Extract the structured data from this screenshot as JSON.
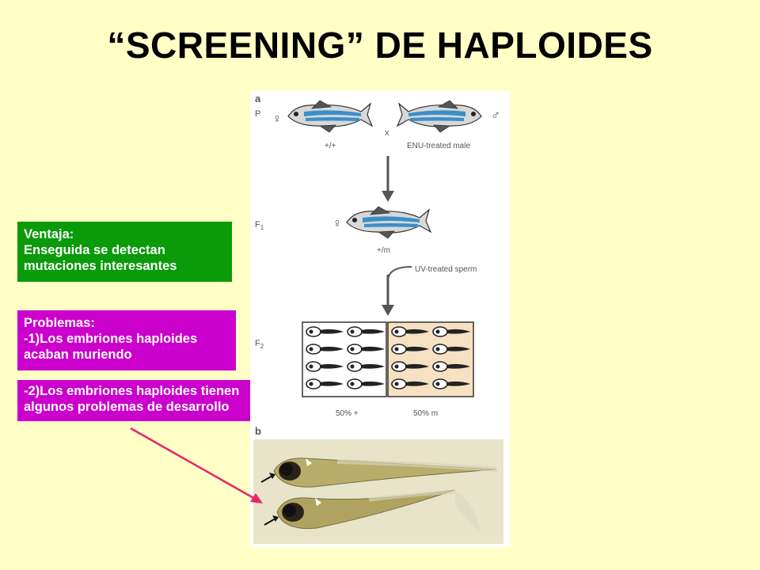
{
  "slide": {
    "title": "“SCREENING” DE HAPLOIDES"
  },
  "ventaja": {
    "heading": "Ventaja:",
    "line1": "Enseguida se detectan",
    "line2": "mutaciones interesantes"
  },
  "problemas": {
    "heading": "Problemas:",
    "item1_line1": "-1)Los embriones haploides",
    "item1_line2": "acaban muriendo",
    "item2_line1": "-2)Los embriones haploides tienen",
    "item2_line2": "algunos problemas de desarrollo"
  },
  "figure": {
    "panel_a": "a",
    "panel_b": "b",
    "gen_p": "P",
    "gen_f1": "F",
    "gen_f1_sub": "1",
    "gen_f2": "F",
    "gen_f2_sub": "2",
    "female_symbol": "♀",
    "male_symbol": "♂",
    "cross": "x",
    "wild_type": "+/+",
    "enu_male": "ENU-treated male",
    "f1_genotype": "+/m",
    "uv_sperm": "UV-treated sperm",
    "pct_wild": "50% +",
    "pct_mutant": "50% m"
  },
  "colors": {
    "background": "#ffffc6",
    "ventaja_box": "#0a9a0a",
    "problemas_box": "#cc00cc",
    "pointer_arrow": "#e8246c"
  }
}
